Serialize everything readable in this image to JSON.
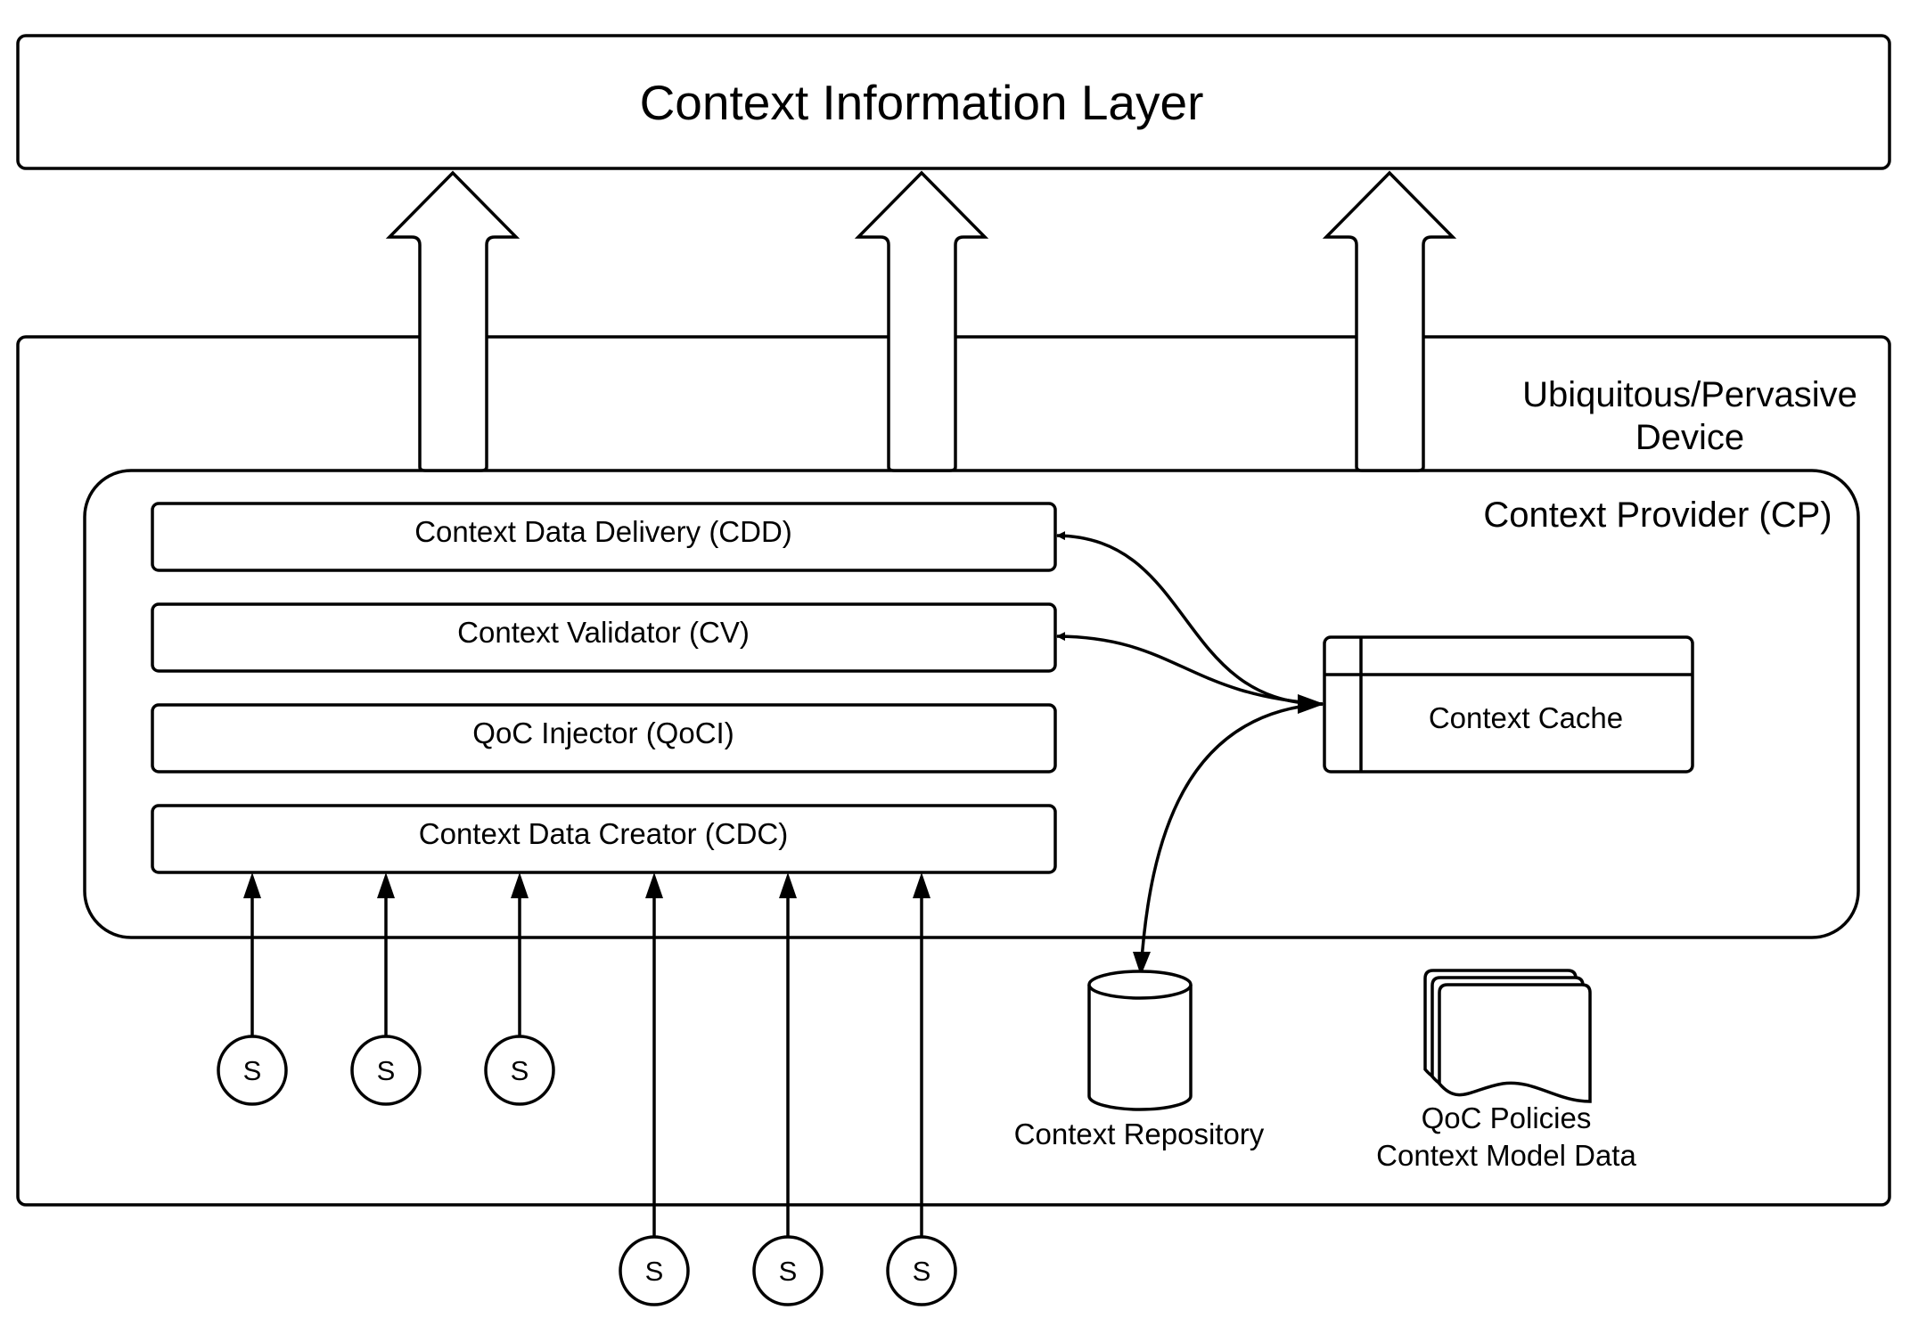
{
  "layer": {
    "title": "Context Information Layer"
  },
  "device": {
    "label_line1": "Ubiquitous/Pervasive",
    "label_line2": "Device"
  },
  "provider": {
    "label": "Context Provider (CP)",
    "modules": [
      {
        "label": "Context Data Delivery (CDD)"
      },
      {
        "label": "Context Validator (CV)"
      },
      {
        "label": "QoC Injector (QoCI)"
      },
      {
        "label": "Context Data Creator (CDC)"
      }
    ]
  },
  "cache": {
    "label": "Context Cache"
  },
  "repository": {
    "label": "Context Repository"
  },
  "documents": {
    "label_line1": "QoC Policies",
    "label_line2": "Context Model Data"
  },
  "sensors": {
    "inner": [
      {
        "label": "S"
      },
      {
        "label": "S"
      },
      {
        "label": "S"
      }
    ],
    "outer": [
      {
        "label": "S"
      },
      {
        "label": "S"
      },
      {
        "label": "S"
      }
    ]
  }
}
